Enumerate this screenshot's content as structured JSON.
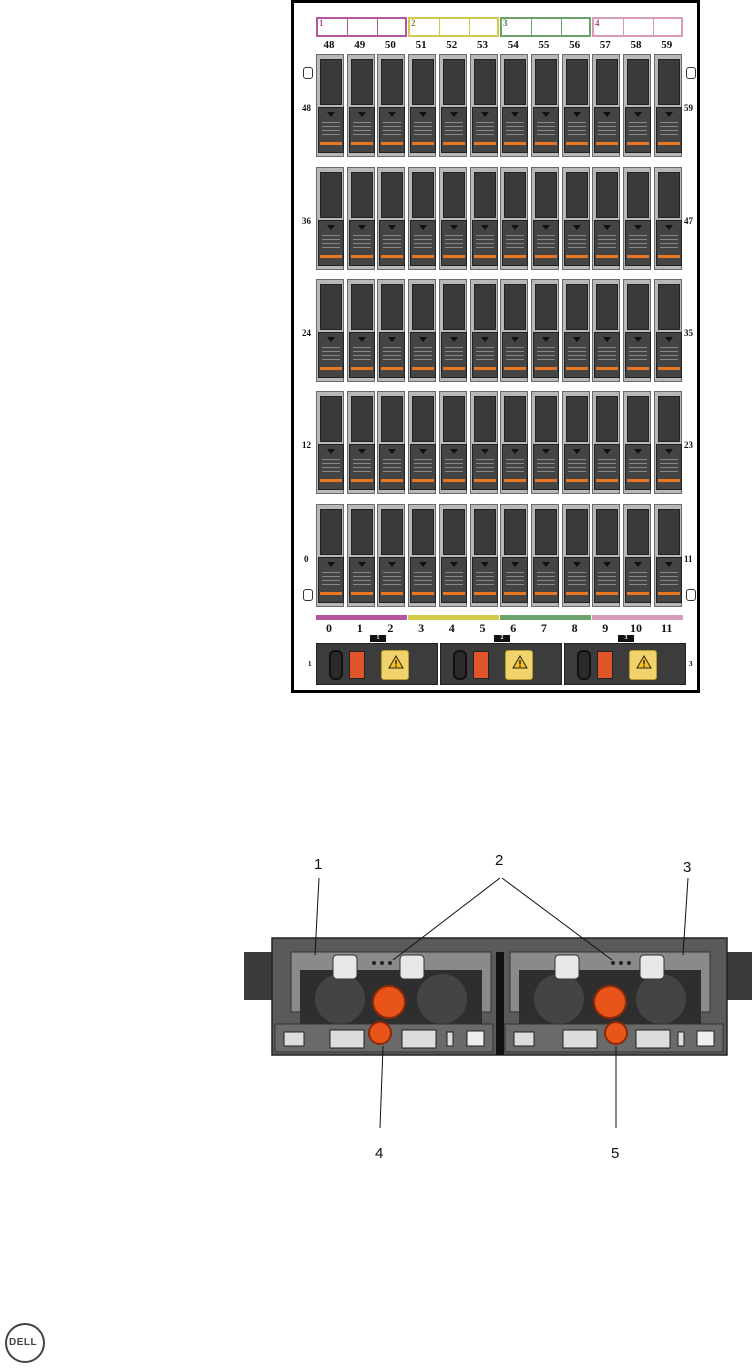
{
  "front": {
    "groups": [
      {
        "label": "1",
        "color": "#b5559e"
      },
      {
        "label": "2",
        "color": "#d3c94a"
      },
      {
        "label": "3",
        "color": "#6ca36b"
      },
      {
        "label": "4",
        "color": "#d79ab9"
      }
    ],
    "top_columns": [
      "48",
      "49",
      "50",
      "51",
      "52",
      "53",
      "54",
      "55",
      "56",
      "57",
      "58",
      "59"
    ],
    "bottom_columns": [
      "0",
      "1",
      "2",
      "3",
      "4",
      "5",
      "6",
      "7",
      "8",
      "9",
      "10",
      "11"
    ],
    "left_row_labels": [
      "48",
      "36",
      "24",
      "12",
      "0"
    ],
    "right_row_labels": [
      "59",
      "47",
      "35",
      "23",
      "11"
    ],
    "psu_labels": [
      "1",
      "2",
      "3"
    ],
    "left_side_marker": "1",
    "right_side_marker": "3"
  },
  "rear": {
    "callouts": [
      "1",
      "2",
      "3",
      "4",
      "5"
    ]
  },
  "brand": {
    "logo_text": "DELL"
  }
}
